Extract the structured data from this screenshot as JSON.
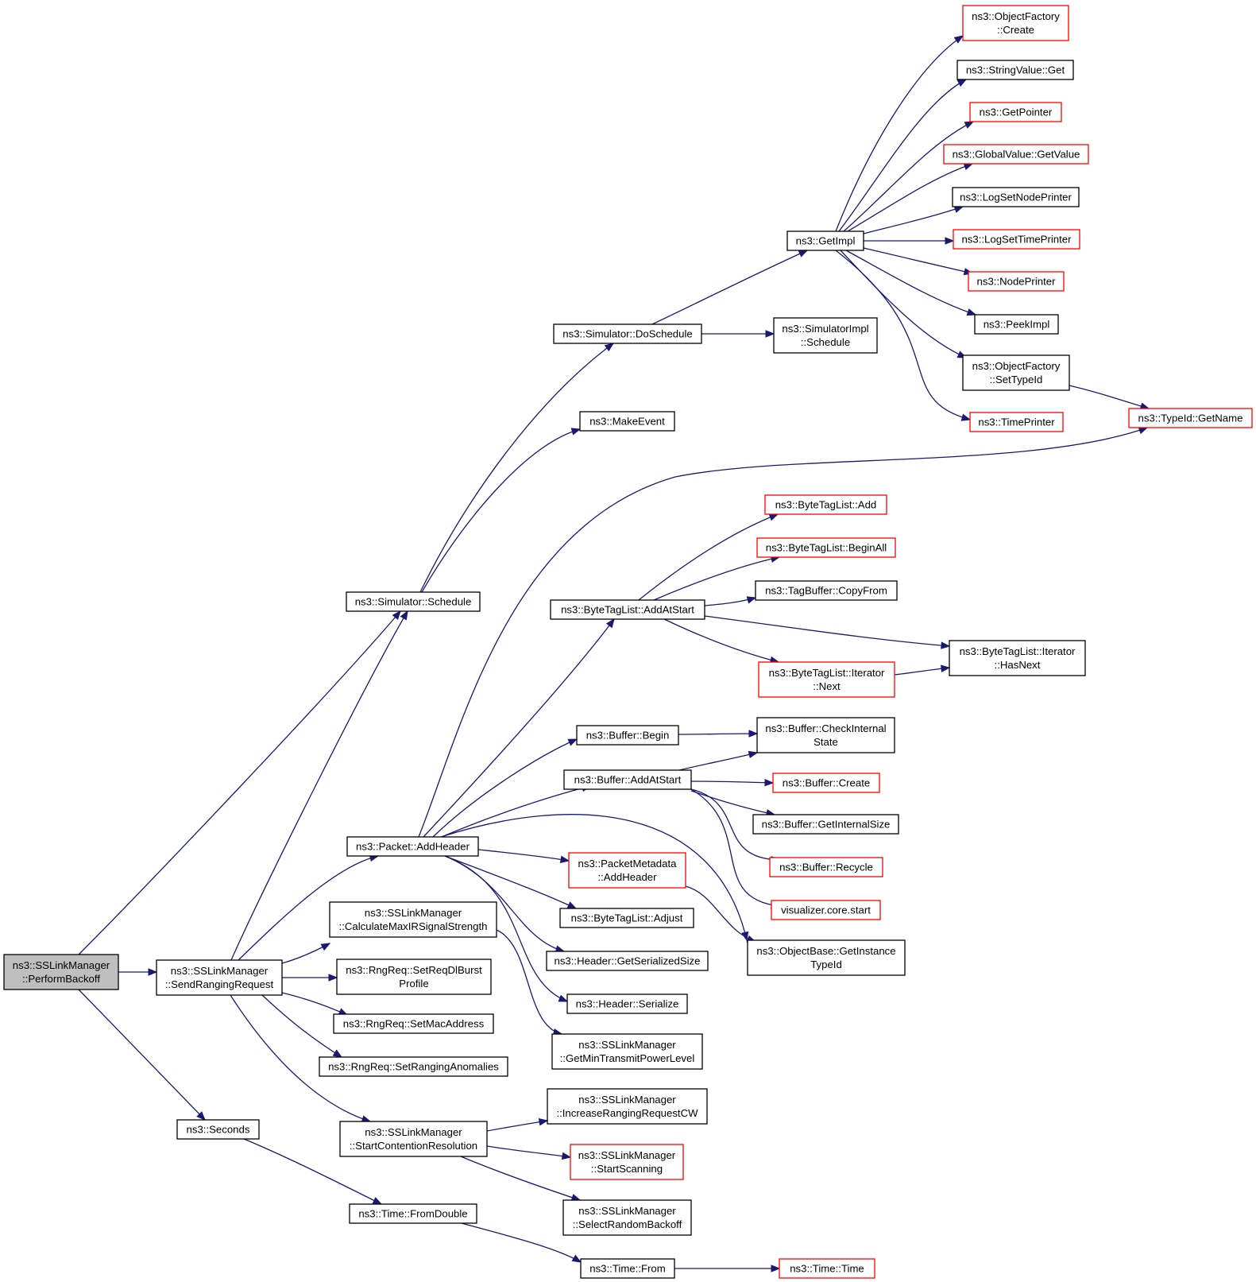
{
  "colors": {
    "edge": "#191970",
    "node_border_normal": "#000000",
    "node_border_truncated": "#ff0000",
    "root_fill": "#bfbfbf",
    "node_fill": "#ffffff"
  },
  "nodes": [
    {
      "id": "perform_backoff",
      "lines": [
        "ns3::SSLinkManager",
        "::PerformBackoff"
      ],
      "kind": "root"
    },
    {
      "id": "send_ranging_request",
      "lines": [
        "ns3::SSLinkManager",
        "::SendRangingRequest"
      ],
      "kind": "normal"
    },
    {
      "id": "seconds",
      "lines": [
        "ns3::Seconds"
      ],
      "kind": "normal"
    },
    {
      "id": "simulator_schedule",
      "lines": [
        "ns3::Simulator::Schedule"
      ],
      "kind": "normal"
    },
    {
      "id": "packet_addheader",
      "lines": [
        "ns3::Packet::AddHeader"
      ],
      "kind": "normal"
    },
    {
      "id": "calc_max_ir",
      "lines": [
        "ns3::SSLinkManager",
        "::CalculateMaxIRSignalStrength"
      ],
      "kind": "normal"
    },
    {
      "id": "set_req_dl_burst",
      "lines": [
        "ns3::RngReq::SetReqDlBurst",
        "Profile"
      ],
      "kind": "normal"
    },
    {
      "id": "set_mac_address",
      "lines": [
        "ns3::RngReq::SetMacAddress"
      ],
      "kind": "normal"
    },
    {
      "id": "set_ranging_anomalies",
      "lines": [
        "ns3::RngReq::SetRangingAnomalies"
      ],
      "kind": "normal"
    },
    {
      "id": "start_contention",
      "lines": [
        "ns3::SSLinkManager",
        "::StartContentionResolution"
      ],
      "kind": "normal"
    },
    {
      "id": "time_fromdouble",
      "lines": [
        "ns3::Time::FromDouble"
      ],
      "kind": "normal"
    },
    {
      "id": "simulator_doschedule",
      "lines": [
        "ns3::Simulator::DoSchedule"
      ],
      "kind": "normal"
    },
    {
      "id": "makeevent",
      "lines": [
        "ns3::MakeEvent"
      ],
      "kind": "normal"
    },
    {
      "id": "bytetaglist_addatstart",
      "lines": [
        "ns3::ByteTagList::AddAtStart"
      ],
      "kind": "normal"
    },
    {
      "id": "buffer_begin",
      "lines": [
        "ns3::Buffer::Begin"
      ],
      "kind": "normal"
    },
    {
      "id": "buffer_addatstart",
      "lines": [
        "ns3::Buffer::AddAtStart"
      ],
      "kind": "normal"
    },
    {
      "id": "packetmetadata_addheader",
      "lines": [
        "ns3::PacketMetadata",
        "::AddHeader"
      ],
      "kind": "truncated"
    },
    {
      "id": "bytetaglist_adjust",
      "lines": [
        "ns3::ByteTagList::Adjust"
      ],
      "kind": "normal"
    },
    {
      "id": "header_getserializedsize",
      "lines": [
        "ns3::Header::GetSerializedSize"
      ],
      "kind": "normal"
    },
    {
      "id": "header_serialize",
      "lines": [
        "ns3::Header::Serialize"
      ],
      "kind": "normal"
    },
    {
      "id": "getmintransmitpower",
      "lines": [
        "ns3::SSLinkManager",
        "::GetMinTransmitPowerLevel"
      ],
      "kind": "normal"
    },
    {
      "id": "increase_ranging_cw",
      "lines": [
        "ns3::SSLinkManager",
        "::IncreaseRangingRequestCW"
      ],
      "kind": "normal"
    },
    {
      "id": "start_scanning",
      "lines": [
        "ns3::SSLinkManager",
        "::StartScanning"
      ],
      "kind": "truncated"
    },
    {
      "id": "select_random_backoff",
      "lines": [
        "ns3::SSLinkManager",
        "::SelectRandomBackoff"
      ],
      "kind": "normal"
    },
    {
      "id": "time_from",
      "lines": [
        "ns3::Time::From"
      ],
      "kind": "normal"
    },
    {
      "id": "time_time",
      "lines": [
        "ns3::Time::Time"
      ],
      "kind": "truncated"
    },
    {
      "id": "getimpl",
      "lines": [
        "ns3::GetImpl"
      ],
      "kind": "normal"
    },
    {
      "id": "simulatorimpl_schedule",
      "lines": [
        "ns3::SimulatorImpl",
        "::Schedule"
      ],
      "kind": "normal"
    },
    {
      "id": "bytetaglist_add",
      "lines": [
        "ns3::ByteTagList::Add"
      ],
      "kind": "truncated"
    },
    {
      "id": "bytetaglist_beginall",
      "lines": [
        "ns3::ByteTagList::BeginAll"
      ],
      "kind": "truncated"
    },
    {
      "id": "tagbuffer_copyfrom",
      "lines": [
        "ns3::TagBuffer::CopyFrom"
      ],
      "kind": "normal"
    },
    {
      "id": "bytetaglist_iterator_next",
      "lines": [
        "ns3::ByteTagList::Iterator",
        "::Next"
      ],
      "kind": "truncated"
    },
    {
      "id": "buffer_checkinternalstate",
      "lines": [
        "ns3::Buffer::CheckInternal",
        "State"
      ],
      "kind": "normal"
    },
    {
      "id": "buffer_create",
      "lines": [
        "ns3::Buffer::Create"
      ],
      "kind": "truncated"
    },
    {
      "id": "buffer_getinternalsize",
      "lines": [
        "ns3::Buffer::GetInternalSize"
      ],
      "kind": "normal"
    },
    {
      "id": "buffer_recycle",
      "lines": [
        "ns3::Buffer::Recycle"
      ],
      "kind": "truncated"
    },
    {
      "id": "visualizer_core_start",
      "lines": [
        "visualizer.core.start"
      ],
      "kind": "truncated"
    },
    {
      "id": "objectbase_getinstancetypeid",
      "lines": [
        "ns3::ObjectBase::GetInstance",
        "TypeId"
      ],
      "kind": "normal"
    },
    {
      "id": "objectfactory_create",
      "lines": [
        "ns3::ObjectFactory",
        "::Create"
      ],
      "kind": "truncated"
    },
    {
      "id": "stringvalue_get",
      "lines": [
        "ns3::StringValue::Get"
      ],
      "kind": "normal"
    },
    {
      "id": "getpointer",
      "lines": [
        "ns3::GetPointer"
      ],
      "kind": "truncated"
    },
    {
      "id": "globalvalue_getvalue",
      "lines": [
        "ns3::GlobalValue::GetValue"
      ],
      "kind": "truncated"
    },
    {
      "id": "logsetnodeprinter",
      "lines": [
        "ns3::LogSetNodePrinter"
      ],
      "kind": "normal"
    },
    {
      "id": "logsettimeprinter",
      "lines": [
        "ns3::LogSetTimePrinter"
      ],
      "kind": "truncated"
    },
    {
      "id": "nodeprinter",
      "lines": [
        "ns3::NodePrinter"
      ],
      "kind": "truncated"
    },
    {
      "id": "peekimpl",
      "lines": [
        "ns3::PeekImpl"
      ],
      "kind": "normal"
    },
    {
      "id": "objectfactory_settypeid",
      "lines": [
        "ns3::ObjectFactory",
        "::SetTypeId"
      ],
      "kind": "normal"
    },
    {
      "id": "timeprinter",
      "lines": [
        "ns3::TimePrinter"
      ],
      "kind": "truncated"
    },
    {
      "id": "bytetaglist_iterator_hasnext",
      "lines": [
        "ns3::ByteTagList::Iterator",
        "::HasNext"
      ],
      "kind": "normal"
    },
    {
      "id": "typeid_getname",
      "lines": [
        "ns3::TypeId::GetName"
      ],
      "kind": "truncated"
    }
  ],
  "edges": [
    [
      "perform_backoff",
      "send_ranging_request"
    ],
    [
      "perform_backoff",
      "simulator_schedule"
    ],
    [
      "perform_backoff",
      "seconds"
    ],
    [
      "send_ranging_request",
      "simulator_schedule"
    ],
    [
      "send_ranging_request",
      "packet_addheader"
    ],
    [
      "send_ranging_request",
      "calc_max_ir"
    ],
    [
      "send_ranging_request",
      "set_req_dl_burst"
    ],
    [
      "send_ranging_request",
      "set_mac_address"
    ],
    [
      "send_ranging_request",
      "set_ranging_anomalies"
    ],
    [
      "send_ranging_request",
      "start_contention"
    ],
    [
      "seconds",
      "time_fromdouble"
    ],
    [
      "simulator_schedule",
      "simulator_doschedule"
    ],
    [
      "simulator_schedule",
      "makeevent"
    ],
    [
      "packet_addheader",
      "typeid_getname"
    ],
    [
      "packet_addheader",
      "bytetaglist_addatstart"
    ],
    [
      "packet_addheader",
      "buffer_begin"
    ],
    [
      "packet_addheader",
      "buffer_addatstart"
    ],
    [
      "packet_addheader",
      "objectbase_getinstancetypeid"
    ],
    [
      "packet_addheader",
      "packetmetadata_addheader"
    ],
    [
      "packet_addheader",
      "bytetaglist_adjust"
    ],
    [
      "packet_addheader",
      "header_getserializedsize"
    ],
    [
      "packet_addheader",
      "header_serialize"
    ],
    [
      "calc_max_ir",
      "getmintransmitpower"
    ],
    [
      "start_contention",
      "increase_ranging_cw"
    ],
    [
      "start_contention",
      "start_scanning"
    ],
    [
      "start_contention",
      "select_random_backoff"
    ],
    [
      "time_fromdouble",
      "time_from"
    ],
    [
      "time_from",
      "time_time"
    ],
    [
      "simulator_doschedule",
      "getimpl"
    ],
    [
      "simulator_doschedule",
      "simulatorimpl_schedule"
    ],
    [
      "getimpl",
      "objectfactory_create"
    ],
    [
      "getimpl",
      "stringvalue_get"
    ],
    [
      "getimpl",
      "getpointer"
    ],
    [
      "getimpl",
      "globalvalue_getvalue"
    ],
    [
      "getimpl",
      "logsetnodeprinter"
    ],
    [
      "getimpl",
      "logsettimeprinter"
    ],
    [
      "getimpl",
      "nodeprinter"
    ],
    [
      "getimpl",
      "peekimpl"
    ],
    [
      "getimpl",
      "objectfactory_settypeid"
    ],
    [
      "getimpl",
      "timeprinter"
    ],
    [
      "objectfactory_settypeid",
      "typeid_getname"
    ],
    [
      "bytetaglist_addatstart",
      "bytetaglist_add"
    ],
    [
      "bytetaglist_addatstart",
      "bytetaglist_beginall"
    ],
    [
      "bytetaglist_addatstart",
      "tagbuffer_copyfrom"
    ],
    [
      "bytetaglist_addatstart",
      "bytetaglist_iterator_hasnext"
    ],
    [
      "bytetaglist_addatstart",
      "bytetaglist_iterator_next"
    ],
    [
      "bytetaglist_iterator_next",
      "bytetaglist_iterator_hasnext"
    ],
    [
      "buffer_begin",
      "buffer_checkinternalstate"
    ],
    [
      "buffer_addatstart",
      "buffer_checkinternalstate"
    ],
    [
      "buffer_addatstart",
      "buffer_create"
    ],
    [
      "buffer_addatstart",
      "buffer_getinternalsize"
    ],
    [
      "buffer_addatstart",
      "buffer_recycle"
    ],
    [
      "buffer_addatstart",
      "visualizer_core_start"
    ],
    [
      "packetmetadata_addheader",
      "objectbase_getinstancetypeid"
    ]
  ]
}
